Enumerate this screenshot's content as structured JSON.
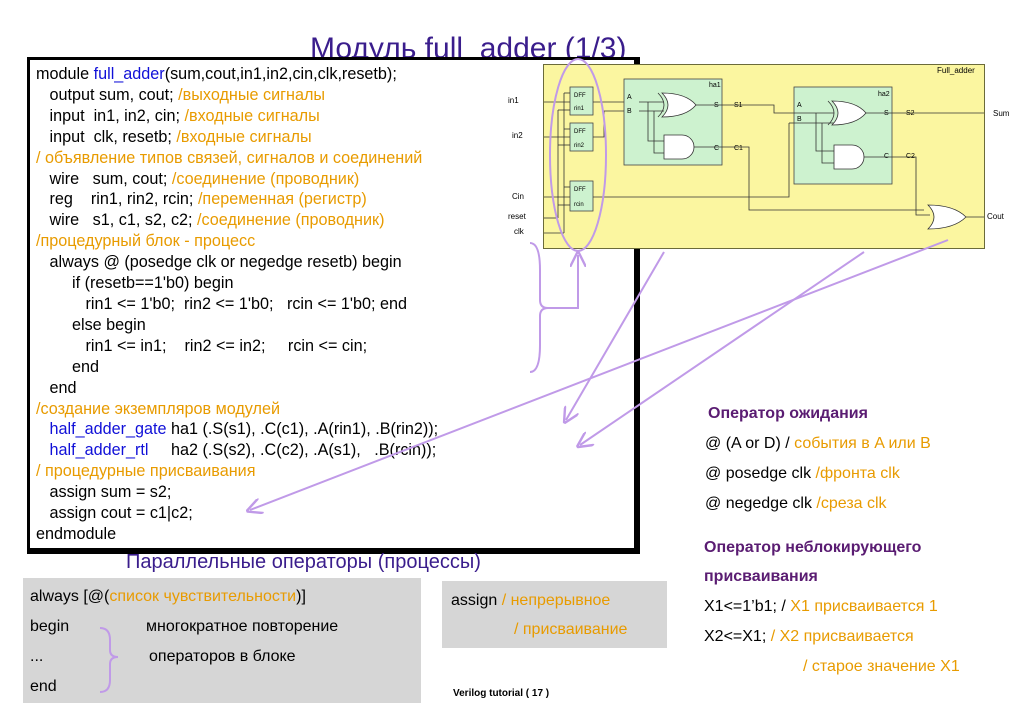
{
  "title": "Модуль full_adder (1/3)",
  "code": {
    "l1": {
      "a": "module ",
      "b": "full_adder",
      "c": "(sum,cout,in1,in2,cin,clk,resetb);"
    },
    "l2": {
      "a": "   output sum, cout; ",
      "b": "/выходные сигналы"
    },
    "l3": {
      "a": "   input  in1, in2, cin; ",
      "b": "/входные сигналы"
    },
    "l4": {
      "a": "   input  clk, resetb; ",
      "b": "/входные сигналы"
    },
    "l5": "/ объявление типов связей, сигналов и соединений",
    "l6": {
      "a": "   wire   sum, cout; ",
      "b": "/соединение (проводник)"
    },
    "l7": {
      "a": "   reg    rin1, rin2, rcin; ",
      "b": "/переменная (регистр)"
    },
    "l8": {
      "a": "   wire   s1, c1, s2, c2; ",
      "b": "/соединение (проводник)"
    },
    "l9": "/процедурный блок - процесс",
    "l10": "   always @ (posedge clk or negedge resetb) begin",
    "l11": "        if (resetb==1'b0) begin",
    "l12": "           rin1 <= 1'b0;  rin2 <= 1'b0;   rcin <= 1'b0; end",
    "l13": "        else begin",
    "l14": "           rin1 <= in1;    rin2 <= in2;     rcin <= cin;",
    "l15": "        end",
    "l16": "   end",
    "l17": "/создание экземпляров модулей",
    "l18": {
      "a": "   half_adder_gate",
      "b": " ha1 (.S(s1), .C(c1), .A(rin1), .B(rin2));"
    },
    "l19": {
      "a": "   half_adder_rtl",
      "b": "     ha2 (.S(s2), .C(c2), .A(s1),   .B(rcin));"
    },
    "l20": "/ процедурные присваивания",
    "l21": "   assign sum = s2;",
    "l22": "   assign cout = c1|c2;",
    "l23": "endmodule"
  },
  "diagram": {
    "title": "Full_adder",
    "inputs": [
      "in1",
      "in2",
      "Cin",
      "reset",
      "clk"
    ],
    "outputs": [
      "Sum",
      "Cout"
    ],
    "dff_labels": [
      "DFF",
      "rin1",
      "DFF",
      "rin2",
      "DFF",
      "rcin"
    ],
    "ha1": {
      "name": "ha1",
      "a": "A",
      "b": "B",
      "s": "S",
      "c": "C",
      "s_net": "S1",
      "c_net": "C1"
    },
    "ha2": {
      "name": "ha2",
      "a": "A",
      "b": "B",
      "s": "S",
      "c": "C",
      "s_net": "S2",
      "c_net": "C2"
    }
  },
  "wait_section": {
    "heading": "Оператор ожидания",
    "r1": {
      "a": "@ (A or D)  / ",
      "b": "события в A или B"
    },
    "r2": {
      "a": "@ posedge clk ",
      "b": "/фронта clk"
    },
    "r3": {
      "a": "@ negedge clk ",
      "b": "/среза clk"
    }
  },
  "nonblocking": {
    "heading1": "Оператор неблокирующего",
    "heading2": "присваивания",
    "r1": {
      "a": "X1<=1’b1;  / ",
      "b": "X1 присваивается 1"
    },
    "r2": {
      "a": "X2<=X1;    ",
      "b": "/ X2 присваивается"
    },
    "r3": "/ старое значение X1"
  },
  "parallel_title": "Параллельные операторы (процессы)",
  "always_box": {
    "l1": {
      "a": "always [@(",
      "b": "список чувствительности",
      "c": ")]"
    },
    "l2": "begin",
    "l3": "...",
    "l4": "end",
    "d1": "многократное  повторение",
    "d2": "операторов в блоке"
  },
  "assign_box": {
    "a": "assign",
    "b": "/ непрерывное",
    "c": "/ присваивание"
  },
  "footer": "Verilog tutorial  ( 17 )",
  "colors": {
    "comment": "#e89b00",
    "keyword": "#1010d8",
    "title": "#3a1d8c",
    "heading": "#5a1c72",
    "arrow": "#c09ae8",
    "diagram_bg": "#fbf6a0",
    "block_bg": "#cdf2cf"
  }
}
